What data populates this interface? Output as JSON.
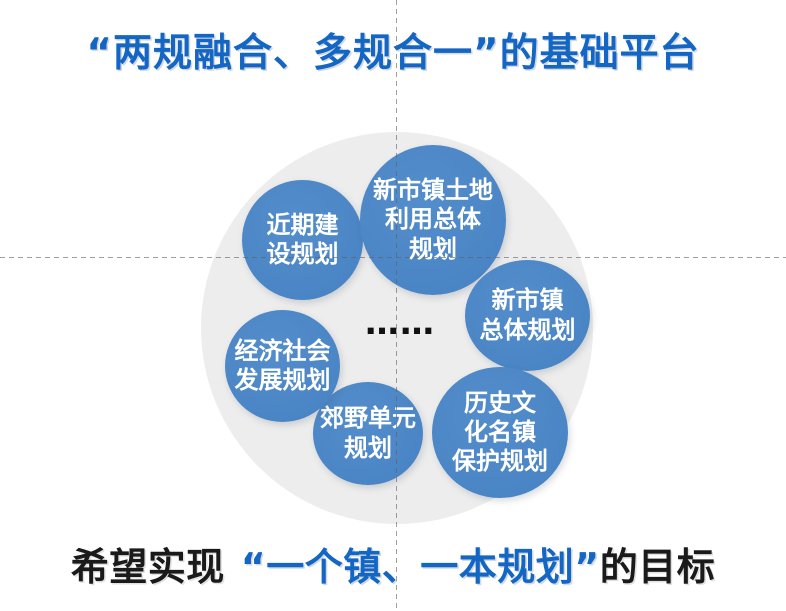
{
  "slide": {
    "title": "“两规融合、多规合一”的基础平台",
    "subtitle": {
      "prefix": "希望实现",
      "highlight": "“一个镇、一本规划”",
      "suffix": "的目标"
    }
  },
  "diagram": {
    "center_ellipsis": "……",
    "circles": [
      {
        "name": "近期建设规划",
        "lines": [
          "近期建",
          "设规划"
        ]
      },
      {
        "name": "新市镇土地利用总体规划",
        "lines": [
          "新市镇土地",
          "利用总体",
          "规划"
        ]
      },
      {
        "name": "新市镇总体规划",
        "lines": [
          "新市镇",
          "总体规划"
        ]
      },
      {
        "name": "历史文化名镇保护规划",
        "lines": [
          "历史文",
          "化名镇",
          "保护规划"
        ]
      },
      {
        "name": "郊野单元规划",
        "lines": [
          "郊野单元",
          "规划"
        ]
      },
      {
        "name": "经济社会发展规划",
        "lines": [
          "经济社会",
          "发展规划"
        ]
      }
    ]
  },
  "colors": {
    "title_blue": "#1366c4",
    "circle_blue": "#4a86c6",
    "background_disc_gray": "#ededed",
    "circle_text": "#ffffff",
    "subtitle_dark": "#1a1a1a",
    "guide_line_gray": "#5f5f5f"
  }
}
